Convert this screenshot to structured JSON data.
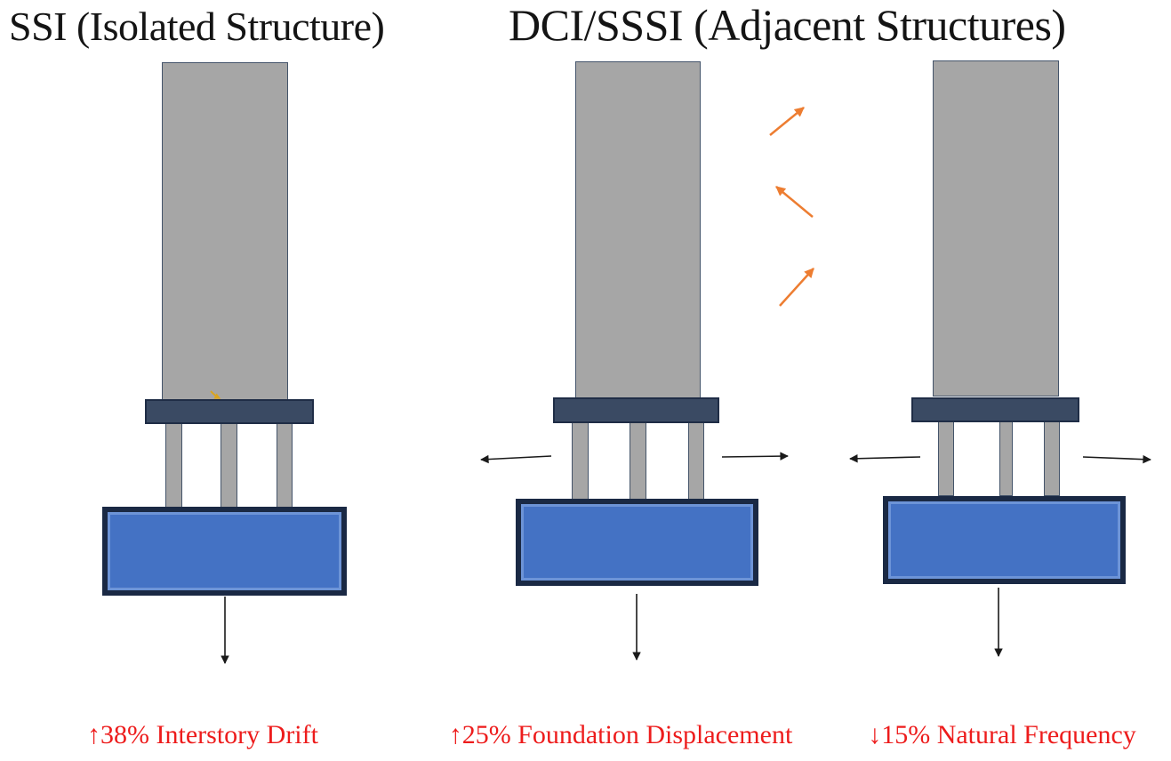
{
  "diagram": {
    "titles": {
      "left": "SSI (Isolated Structure)",
      "right": "DCI/SSSI (Adjacent Structures)"
    },
    "structures": [
      {
        "id": "ssi-isolated",
        "result_label": "↑38% Interstory Drift"
      },
      {
        "id": "dci-sssi-left",
        "result_label": "↑25% Foundation Displacement"
      },
      {
        "id": "dci-sssi-right",
        "result_label": "↓15% Natural Frequency"
      }
    ],
    "icons": [
      "down-arrow-icon",
      "left-arrow-icon",
      "right-arrow-icon",
      "up-right-arrow-icon",
      "up-left-arrow-icon",
      "yellow-mark-icon"
    ],
    "colors": {
      "building_gray": "#A6A6A6",
      "building_border": "#44546A",
      "pile_cap_fill": "#3A4A63",
      "pile_cap_border": "#1F2D46",
      "foundation_fill": "#4472C4",
      "foundation_border": "#1A2944",
      "arrow_black": "#1A1A1A",
      "seismic_wave_orange": "#ED7D31",
      "label_red": "#ED1C1C",
      "title_black": "#141414",
      "mark_yellow": "#D9A521"
    }
  }
}
